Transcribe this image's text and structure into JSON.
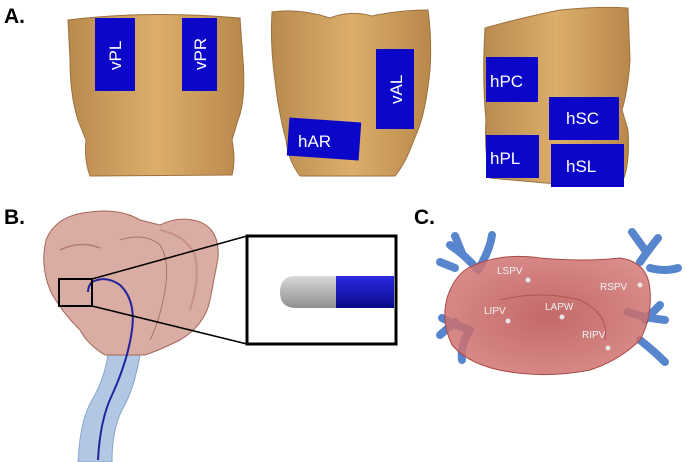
{
  "panels": {
    "a_label": "A.",
    "b_label": "B.",
    "c_label": "C."
  },
  "torso_pads": {
    "vPL": "vPL",
    "vPR": "vPR",
    "hAR": "hAR",
    "vAL": "vAL",
    "hPC": "hPC",
    "hSC": "hSC",
    "hPL": "hPL",
    "hSL": "hSL"
  },
  "atrium_sites": {
    "LSPV": "LSPV",
    "RSPV": "RSPV",
    "LIPV": "LIPV",
    "LAPW": "LAPW",
    "RIPV": "RIPV"
  },
  "colors": {
    "skin": "#d9a864",
    "pad": "#0c06c8",
    "heart": "#c98a7c",
    "vessel": "#a9c2e2",
    "catheter_line": "#23249c",
    "catheter_tip": "#b8b8b8",
    "atrium": "#c45a58",
    "veins": "#5a88cf"
  }
}
